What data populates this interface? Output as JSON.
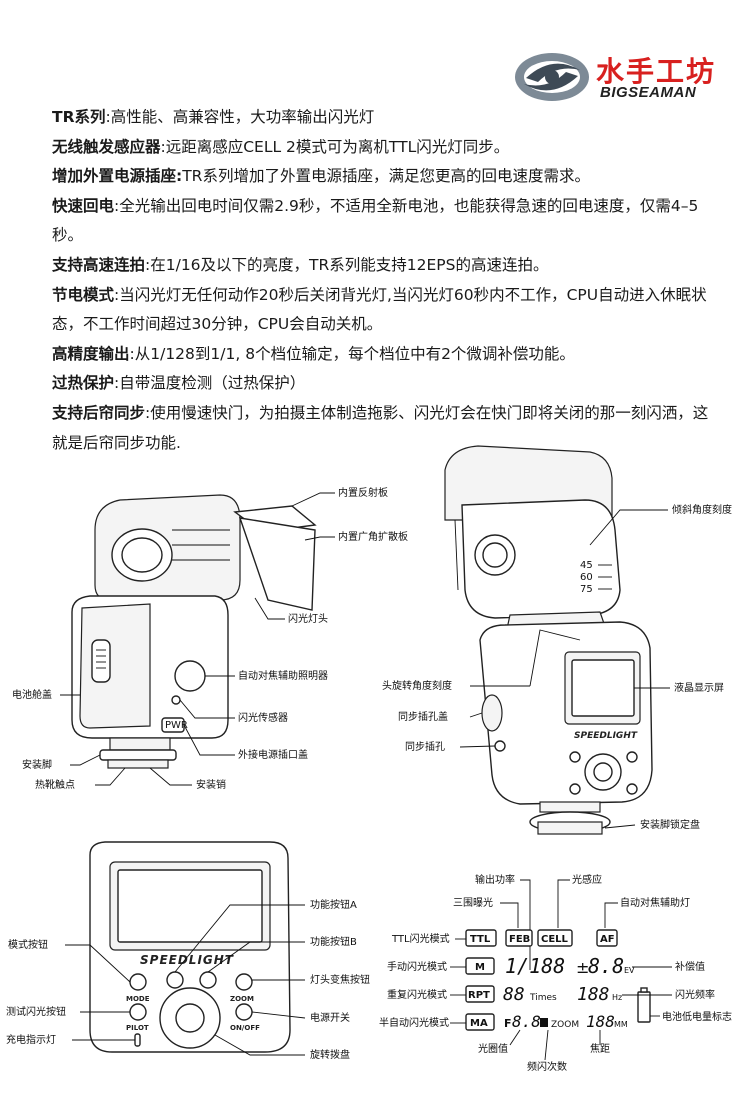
{
  "brand": {
    "name_cn": "水手工坊",
    "name_en": "BIGSEAMAN"
  },
  "features": [
    {
      "title": "TR系列",
      "text": ":高性能、高兼容性，大功率输出闪光灯"
    },
    {
      "title": "无线触发感应器",
      "text": ":远距离感应CELL 2模式可为离机TTL闪光灯同步。"
    },
    {
      "title": "增加外置电源插座:",
      "text": "TR系列增加了外置电源插座，满足您更高的回电速度需求。"
    },
    {
      "title": "快速回电",
      "text": ":全光输出回电时间仅需2.9秒，不适用全新电池，也能获得急速的回电速度，仅需4–5秒。"
    },
    {
      "title": "支持高速连拍",
      "text": ":在1/16及以下的亮度，TR系列能支持12EPS的高速连拍。"
    },
    {
      "title": "节电模式",
      "text": ":当闪光灯无任何动作20秒后关闭背光灯,当闪光灯60秒内不工作，CPU自动进入休眠状态，不工作时间超过30分钟，CPU会自动关机。"
    },
    {
      "title": "高精度输出",
      "text": ":从1/128到1/1, 8个档位输定，每个档位中有2个微调补偿功能。"
    },
    {
      "title": "过热保护",
      "text": ":自带温度检测（过热保护）"
    },
    {
      "title": "支持后帘同步",
      "text": ":使用慢速快门，为拍摄主体制造拖影、闪光灯会在快门即将关闭的那一刻闪洒，这就是后帘同步功能."
    }
  ],
  "side_view": {
    "labels": [
      "内置反射板",
      "内置广角扩散板",
      "闪光灯头",
      "自动对焦辅助照明器",
      "电池舱盖",
      "闪光传感器",
      "外接电源插口盖",
      "安装脚",
      "热靴触点",
      "安装销"
    ],
    "sensor_mark": "PWR"
  },
  "rear_view": {
    "labels": [
      "倾斜角度刻度",
      "头旋转角度刻度",
      "液晶显示屏",
      "同步插孔盖",
      "同步插孔",
      "安装脚锁定盘"
    ],
    "tilt_marks": [
      "45",
      "60",
      "75"
    ],
    "panel_brand": "SPEEDLIGHT"
  },
  "control_panel": {
    "labels": [
      "模式按钮",
      "功能按钮A",
      "功能按钮B",
      "灯头变焦按钮",
      "测试闪光按钮",
      "电源开关",
      "充电指示灯",
      "旋转拨盘"
    ],
    "brand": "SPEEDLIGHT",
    "mode": "MODE",
    "zoom": "ZOOM",
    "pilot": "PILOT",
    "onoff": "ON/OFF"
  },
  "lcd": {
    "top_labels": [
      "输出功率",
      "光感应",
      "三围曝光",
      "自动对焦辅助灯"
    ],
    "left_labels": [
      "TTL闪光模式",
      "手动闪光模式",
      "重复闪光模式",
      "半自动闪光模式"
    ],
    "right_labels": [
      "补偿值",
      "闪光频率",
      "电池低电量标志"
    ],
    "bottom_labels": [
      "光圈值",
      "频闪次数",
      "焦距"
    ],
    "icons": [
      "TTL",
      "FEB",
      "CELL",
      "AF",
      "M",
      "RPT",
      "MA"
    ],
    "segments": {
      "power": "1/188",
      "ev": "8.8",
      "ev_unit": "EV",
      "times": "88",
      "times_unit": "Times",
      "hz": "188",
      "hz_unit": "Hz",
      "f": "F",
      "f_value": "8.8",
      "zoom": "ZOOM",
      "zoom_value": "188",
      "zoom_unit": "MM"
    }
  },
  "colors": {
    "accent_red": "#d8201f",
    "text": "#1a1a1a"
  }
}
